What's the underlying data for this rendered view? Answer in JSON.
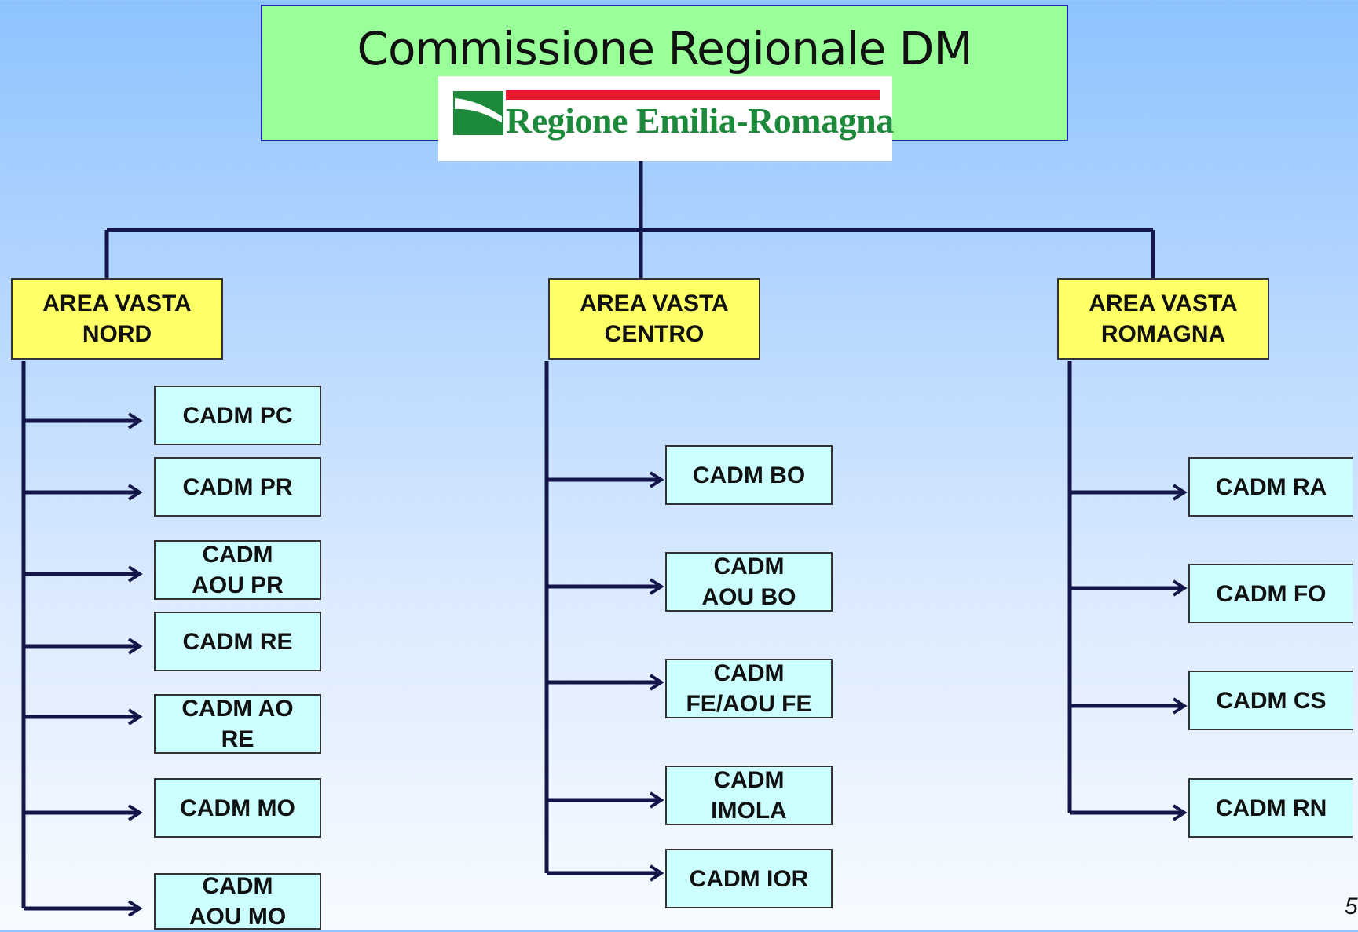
{
  "title": "Commissione Regionale DM",
  "logo_text": "Regione Emilia-Romagna",
  "areas": [
    {
      "label": "AREA VASTA\nNORD",
      "units": [
        "CADM PC",
        "CADM PR",
        "CADM\nAOU PR",
        "CADM RE",
        "CADM AO\nRE",
        "CADM MO",
        "CADM\nAOU MO"
      ]
    },
    {
      "label": "AREA VASTA\nCENTRO",
      "units": [
        "CADM BO",
        "CADM\nAOU BO",
        "CADM\nFE/AOU FE",
        "CADM\nIMOLA",
        "CADM IOR"
      ]
    },
    {
      "label": "AREA VASTA\nROMAGNA",
      "units": [
        "CADM RA",
        "CADM FO",
        "CADM CS",
        "CADM RN"
      ]
    }
  ],
  "page_number": "5",
  "colors": {
    "title_bg": "#99ff99",
    "area_bg": "#ffff66",
    "unit_bg": "#ccffff",
    "line": "#14164a",
    "logo_green": "#1c8a3a",
    "logo_red": "#e8192c"
  }
}
